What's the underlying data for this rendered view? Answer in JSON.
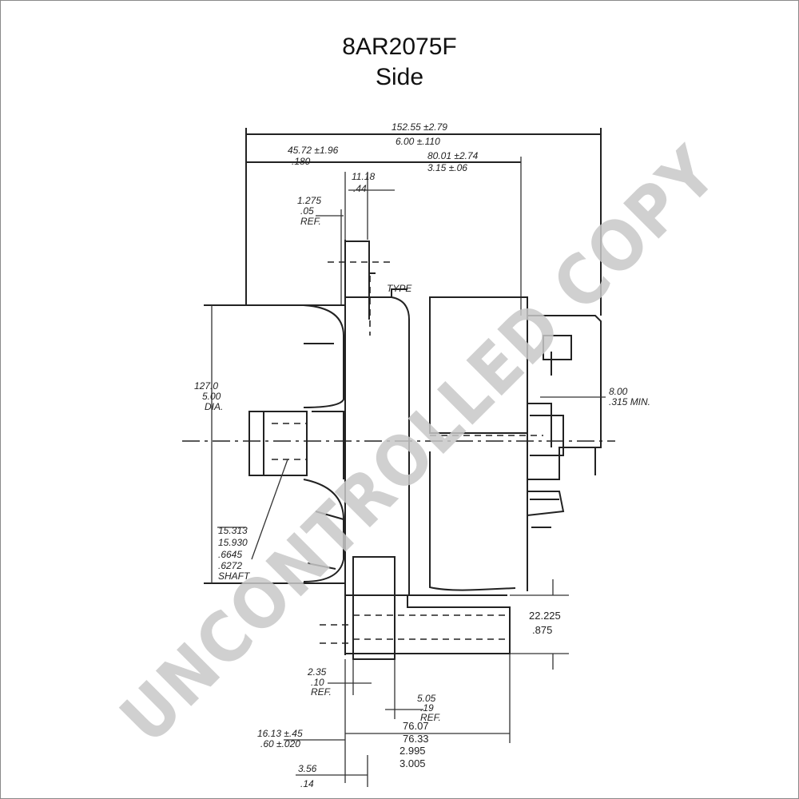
{
  "title": {
    "part_number": "8AR2075F",
    "view": "Side"
  },
  "dimensions": {
    "overall_top": [
      "152.55 ±2.79",
      "6.00 ±.110"
    ],
    "front_left": [
      "45.72 ±1.96",
      ".180"
    ],
    "rear_right": [
      "80.01 ±2.74",
      "3.15 ±.06"
    ],
    "pulley_width": [
      "11.18",
      ".44"
    ],
    "ref_offset": [
      "1.275",
      ".05",
      "REF."
    ],
    "body_dia": [
      "127.0",
      "5.00",
      "DIA."
    ],
    "terminal": [
      "8.00",
      ".315 MIN."
    ],
    "bolt": [
      "15.313",
      "15.930",
      ".6645",
      ".6272",
      "SHAFT"
    ],
    "ear_thickness": [
      "22.225",
      ".875"
    ],
    "small_a": [
      "2.35",
      ".10",
      "REF."
    ],
    "small_b": [
      "5.05",
      ".19",
      "REF."
    ],
    "mount_span": [
      "76.07",
      "76.33",
      "2.995",
      "3.005"
    ],
    "left_ref": [
      "16.13 ±.45",
      ".60 ±.020"
    ],
    "bottom_small": [
      "3.56",
      ".14"
    ],
    "regulator_mark": "TYPE"
  },
  "watermark": "UNCONTROLLED COPY"
}
